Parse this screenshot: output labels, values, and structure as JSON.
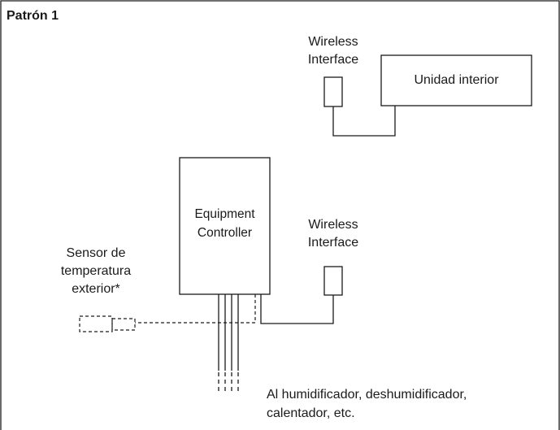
{
  "title": "Patrón 1",
  "top": {
    "wireless_interface": [
      "Wireless",
      "Interface"
    ],
    "indoor_unit": "Unidad interior"
  },
  "bottom": {
    "equipment_controller": [
      "Equipment",
      "Controller"
    ],
    "wireless_interface": [
      "Wireless",
      "Interface"
    ],
    "temp_sensor": [
      "Sensor de",
      "temperatura",
      "exterior*"
    ],
    "outputs_note": [
      "Al humidificador, deshumidificador,",
      "calentador, etc."
    ]
  }
}
